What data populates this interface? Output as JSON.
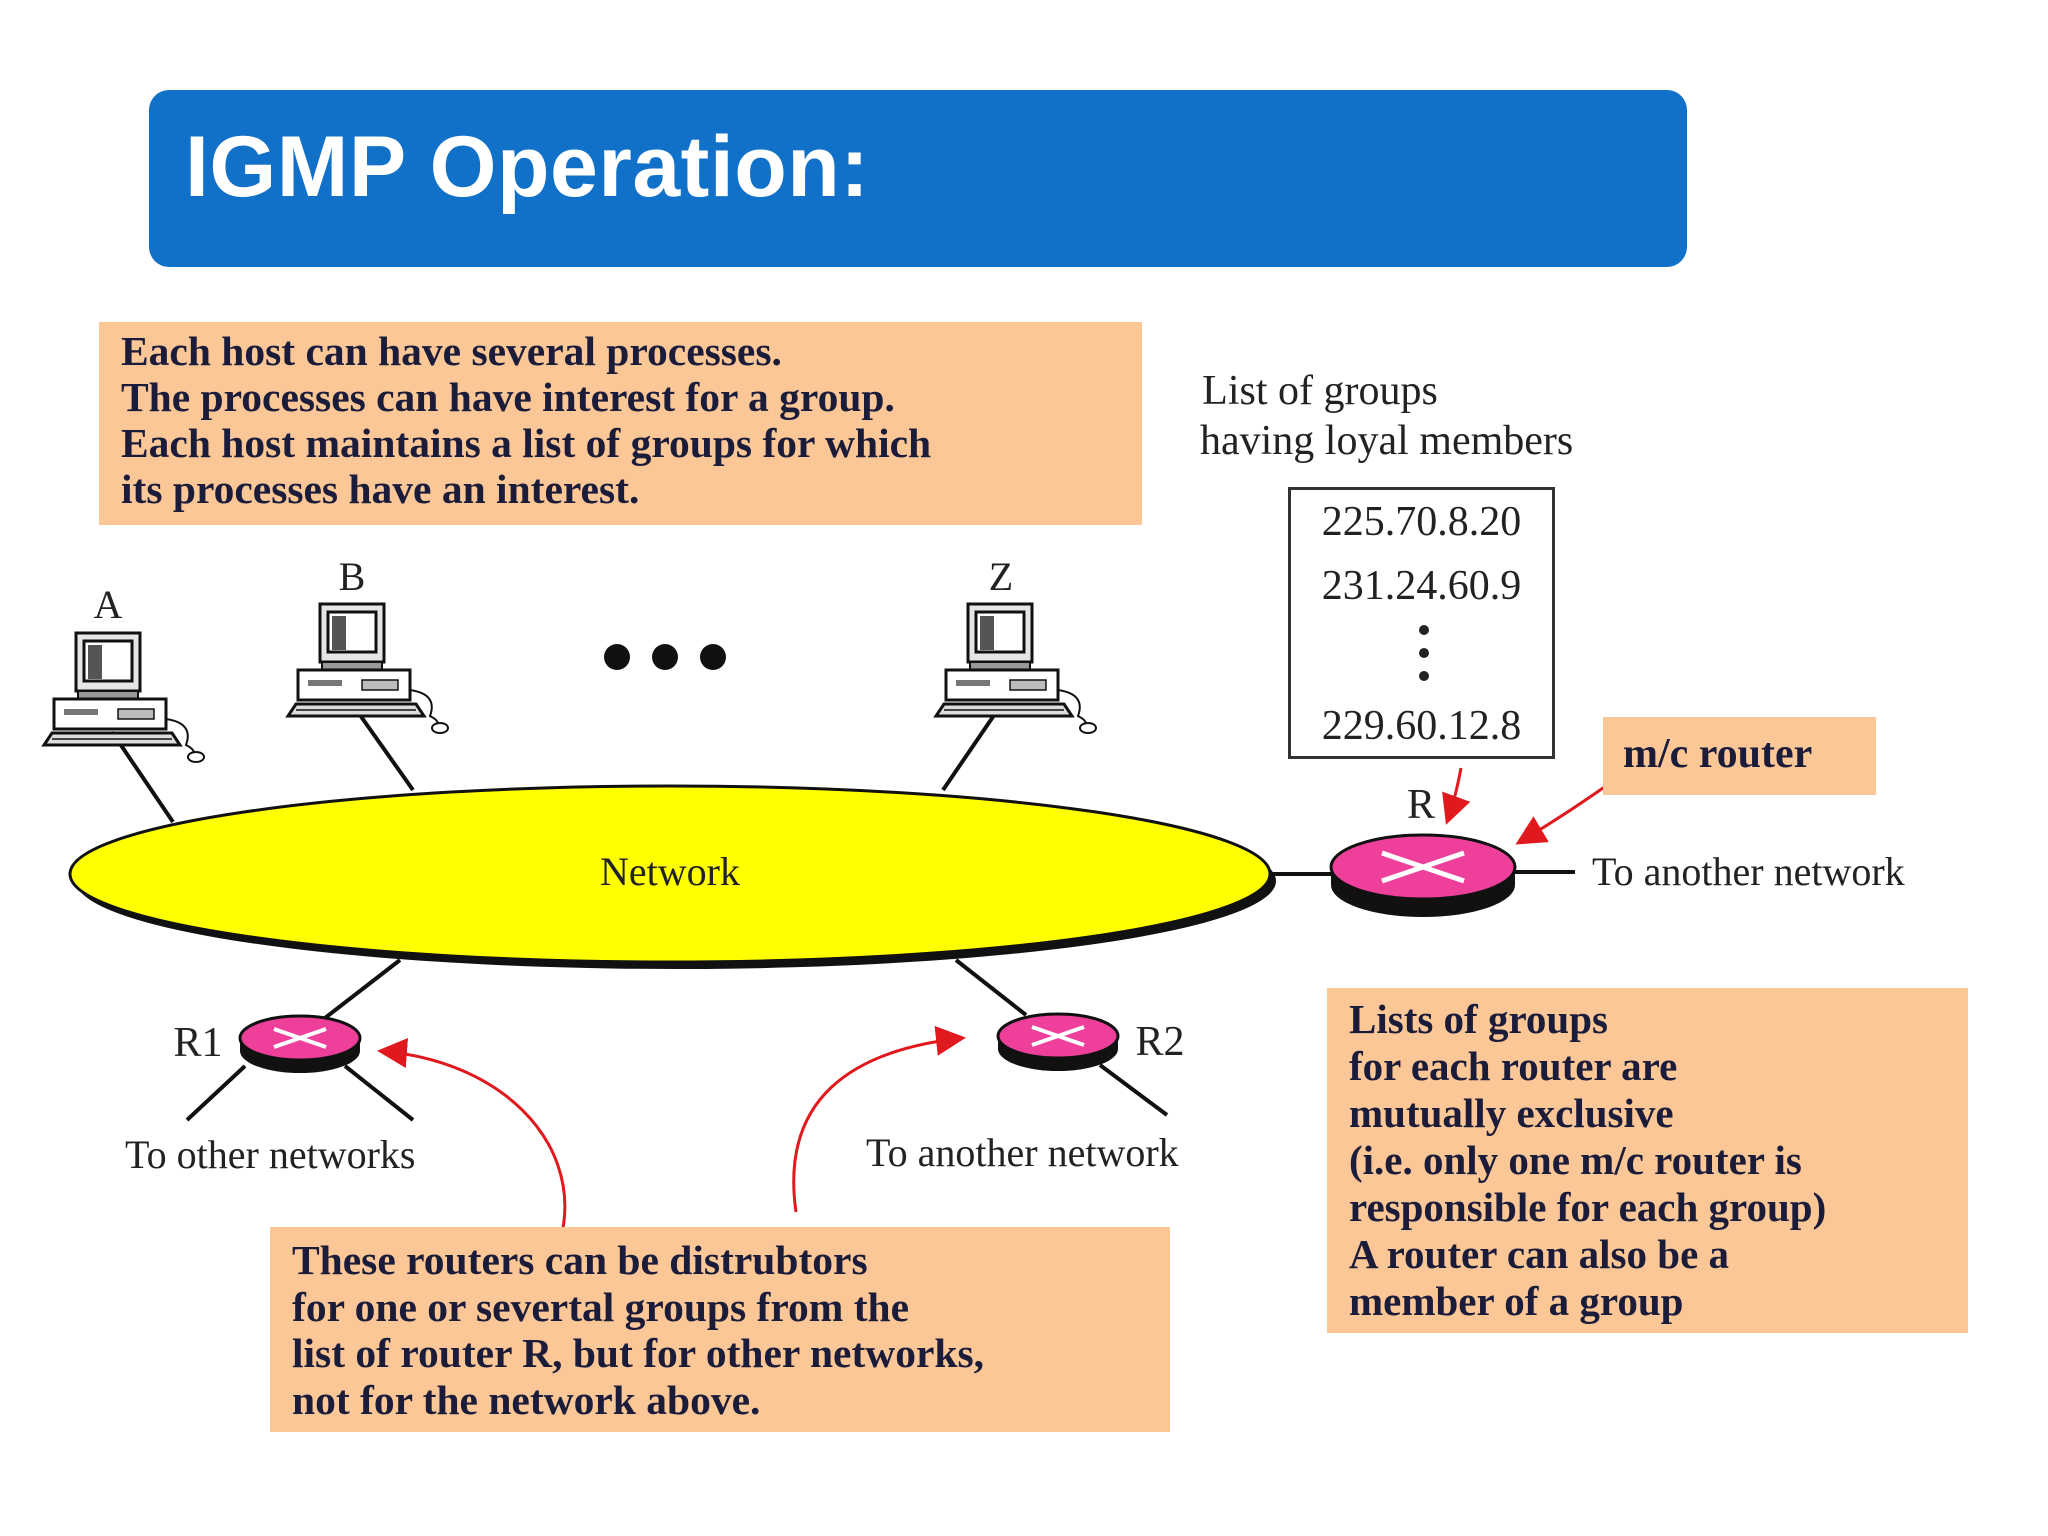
{
  "title": "IGMP Operation:",
  "notes": {
    "hosts": [
      "Each host can have several processes.",
      "The processes can have interest for a group.",
      "Each host maintains a list of groups for which",
      "its processes have an interest."
    ],
    "routers": [
      "These routers can be distrubtors",
      "for one or severtal groups from the",
      "list of router R, but for other networks,",
      "not for the network above."
    ],
    "lists": [
      "Lists of groups",
      "for each router are",
      "mutually exclusive",
      "(i.e. only one m/c router is",
      "responsible for each group)",
      "A router can also be a",
      "member of a group"
    ],
    "mc_router": "m/c router"
  },
  "group_list": {
    "caption_line1": "List of groups",
    "caption_line2": "having loyal members",
    "entries": [
      "225.70.8.20",
      "231.24.60.9",
      "229.60.12.8"
    ]
  },
  "hosts": [
    "A",
    "B",
    "Z"
  ],
  "network_label": "Network",
  "routers": {
    "r": "R",
    "r1": "R1",
    "r2": "R2"
  },
  "links": {
    "r_to_another": "To another network",
    "r1_to_other": "To other networks",
    "r2_to_another": "To another network"
  },
  "colors": {
    "title_bar": "#1170C8",
    "note_fill": "#FBC797",
    "network_fill": "#FFFF00",
    "router_fill": "#EE3F9B",
    "arrow": "#E0191E"
  }
}
